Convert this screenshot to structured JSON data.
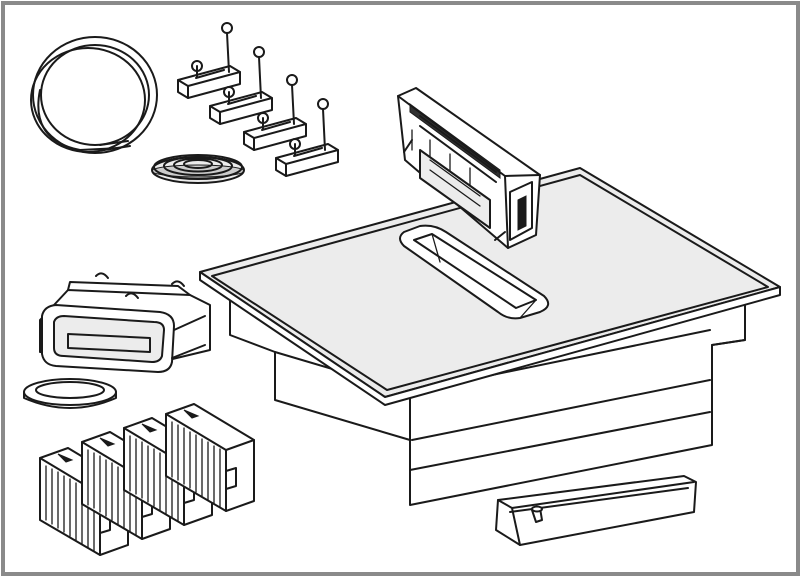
{
  "figure": {
    "frame_color": "#8a8a8a",
    "line_color": "#1a1a1a",
    "surface_color": "#ececec",
    "components": [
      "power-cable",
      "mounting-brackets-with-screws",
      "sealing-tape",
      "cooktop-with-downdraft-extractor",
      "removable-grease-filter-unit",
      "duct-connector",
      "sealing-ring",
      "activated-carbon-filters",
      "overflow-tray"
    ]
  }
}
